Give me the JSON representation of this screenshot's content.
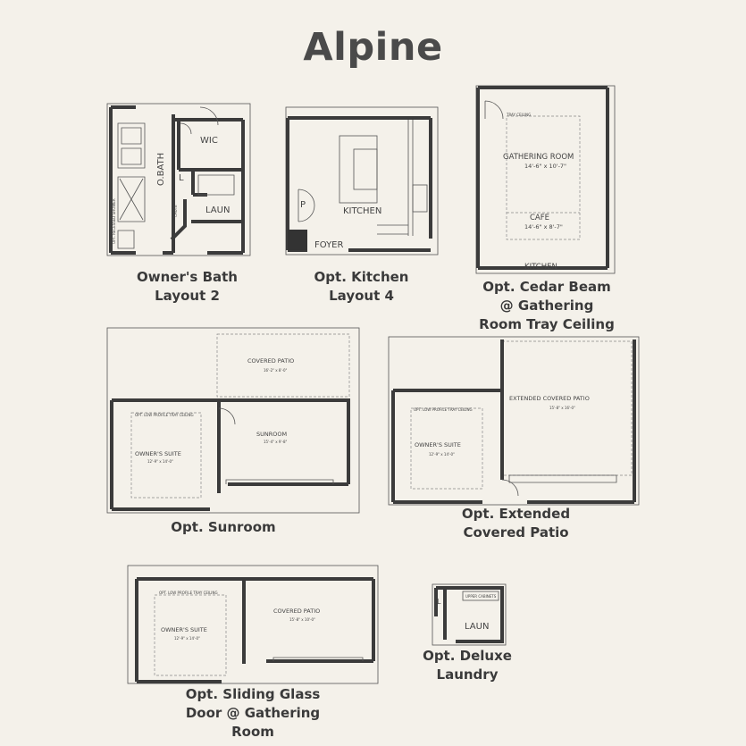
{
  "title": "Alpine",
  "plans": {
    "owners_bath": {
      "caption_line1": "Owner's Bath",
      "caption_line2": "Layout 2",
      "labels": {
        "wic": "WIC",
        "obath": "O.BATH",
        "laun": "LAUN",
        "l": "L",
        "shower": "OPT. RECESSED SHOWER",
        "chute": "CHUTE"
      }
    },
    "kitchen": {
      "caption_line1": "Opt. Kitchen",
      "caption_line2": "Layout 4",
      "labels": {
        "kitchen": "KITCHEN",
        "foyer": "FOYER",
        "p": "P"
      }
    },
    "cedar_beam": {
      "caption_line1": "Opt. Cedar Beam",
      "caption_line2": "@ Gathering",
      "caption_line3": "Room Tray Ceiling",
      "labels": {
        "tray": "TRAY CEILING",
        "gathering": "GATHERING ROOM",
        "gathering_dim": "14'-6\" x 10'-7\"",
        "cafe": "CAFE",
        "cafe_dim": "14'-6\" x 8'-7\"",
        "kitchen": "KITCHEN"
      }
    },
    "sunroom": {
      "caption": "Opt. Sunroom",
      "labels": {
        "patio": "COVERED PATIO",
        "patio_dim": "16'-2\" x 8'-0\"",
        "sunroom": "SUNROOM",
        "sunroom_dim": "15'-4\" x 9'-8\"",
        "tray": "OPT. LOW PROFILE TRAY CEILING",
        "suite": "OWNER'S SUITE",
        "suite_dim": "12'-9\" x 14'-0\""
      }
    },
    "extended_patio": {
      "caption_line1": "Opt. Extended",
      "caption_line2": "Covered Patio",
      "labels": {
        "patio": "EXTENDED COVERED PATIO",
        "patio_dim": "15'-8\" x 16'-0\"",
        "tray": "OPT. LOW PROFILE TRAY CEILING",
        "suite": "OWNER'S SUITE",
        "suite_dim": "12'-9\" x 14'-0\""
      }
    },
    "sliding_glass": {
      "caption_line1": "Opt. Sliding Glass",
      "caption_line2": "Door @ Gathering",
      "caption_line3": "Room",
      "labels": {
        "tray": "OPT. LOW PROFILE TRAY CEILING",
        "suite": "OWNER'S SUITE",
        "suite_dim": "12'-9\" x 14'-0\"",
        "patio": "COVERED PATIO",
        "patio_dim": "15'-8\" x 10'-0\""
      }
    },
    "deluxe_laundry": {
      "caption_line1": "Opt. Deluxe",
      "caption_line2": "Laundry",
      "labels": {
        "upper": "UPPER CABINETS",
        "laun": "LAUN",
        "l": "L"
      }
    }
  }
}
